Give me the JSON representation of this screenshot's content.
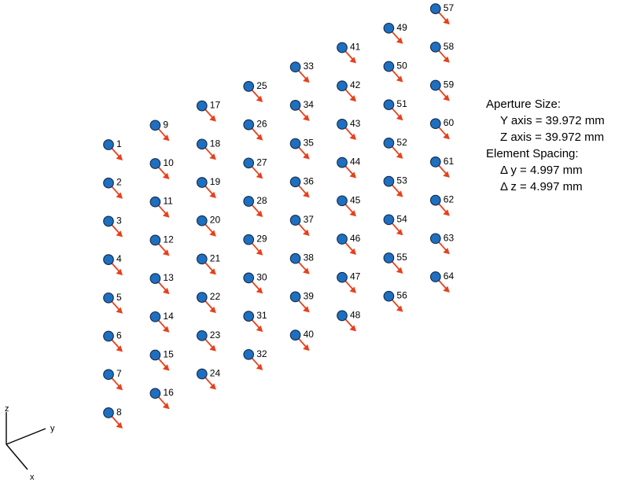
{
  "array": {
    "element_labels": [
      "1",
      "2",
      "3",
      "4",
      "5",
      "6",
      "7",
      "8",
      "9",
      "10",
      "11",
      "12",
      "13",
      "14",
      "15",
      "16",
      "17",
      "18",
      "19",
      "20",
      "21",
      "22",
      "23",
      "24",
      "25",
      "26",
      "27",
      "28",
      "29",
      "30",
      "31",
      "32",
      "33",
      "34",
      "35",
      "36",
      "37",
      "38",
      "39",
      "40",
      "41",
      "42",
      "43",
      "44",
      "45",
      "46",
      "47",
      "48",
      "49",
      "50",
      "51",
      "52",
      "53",
      "54",
      "55",
      "56",
      "57",
      "58",
      "59",
      "60",
      "61",
      "62",
      "63",
      "64"
    ],
    "rows": 8,
    "cols": 8,
    "element_color": "#1f6fc0",
    "element_outline": "#102a4a",
    "normal_arrow_color": "#e8401c"
  },
  "info": {
    "aperture_title": "Aperture Size:",
    "y_axis": "Y axis = 39.972 mm",
    "z_axis": "Z axis = 39.972 mm",
    "spacing_title": "Element Spacing:",
    "dy": "Δ y = 4.997 mm",
    "dz": "Δ z = 4.997 mm"
  },
  "triad": {
    "z_label": "z",
    "y_label": "y",
    "x_label": "x",
    "color": "#000000"
  }
}
